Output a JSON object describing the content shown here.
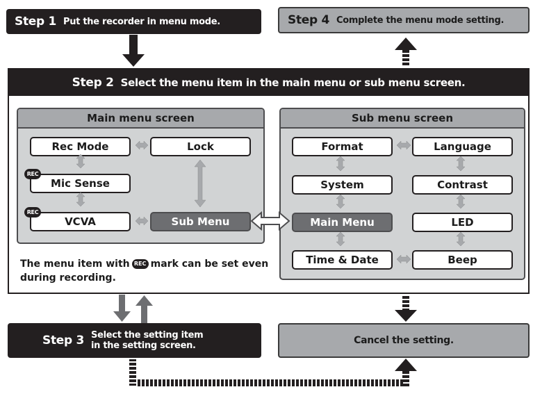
{
  "step1": {
    "title": "Step 1",
    "text": "Put the recorder in menu mode."
  },
  "step2": {
    "title": "Step 2",
    "text": "Select the menu item in the main menu or sub menu screen."
  },
  "step3": {
    "title": "Step 3",
    "text_line1": "Select the setting item",
    "text_line2": "in the setting screen."
  },
  "step4": {
    "title": "Step 4",
    "text": "Complete the menu mode setting."
  },
  "cancel": {
    "text": "Cancel the setting."
  },
  "main_menu": {
    "title": "Main menu screen",
    "items": [
      "Rec Mode",
      "Lock",
      "Mic Sense",
      "VCVA",
      "Sub Menu"
    ]
  },
  "sub_menu": {
    "title": "Sub menu screen",
    "items": [
      "Format",
      "Language",
      "System",
      "Contrast",
      "Main Menu",
      "LED",
      "Time & Date",
      "Beep"
    ]
  },
  "rec_mark": "REC",
  "note": {
    "part1": "The menu item with",
    "part2": "mark can be set even during recording."
  },
  "colors": {
    "dark": "#231f20",
    "grey": "#a7a9ac",
    "light_grey": "#d1d3d4",
    "active": "#6d6e71"
  }
}
